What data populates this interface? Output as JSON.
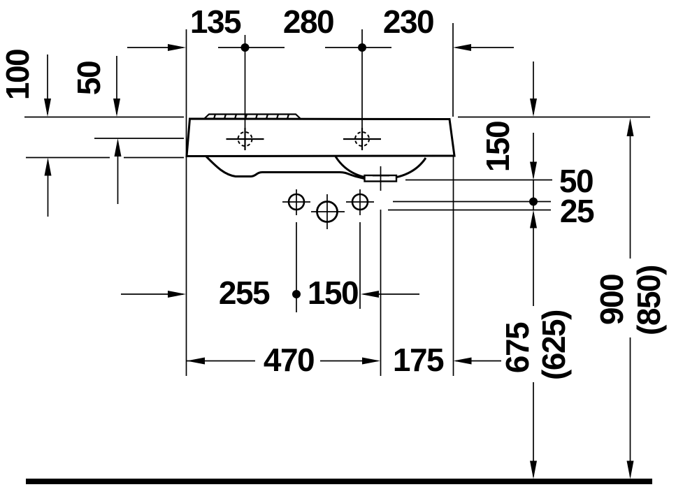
{
  "diagram": {
    "type": "technical-dimension-drawing",
    "subject": "wall-mounted washbasin, front elevation with installation dimensions",
    "background_color": "#ffffff",
    "line_color": "#000000",
    "labels": {
      "top": {
        "d135": "135",
        "d280": "280",
        "d230": "230"
      },
      "left": {
        "d100": "100",
        "d50": "50"
      },
      "right": {
        "d150": "150",
        "d50": "50",
        "d25": "25"
      },
      "middle": {
        "d255": "255",
        "d150": "150"
      },
      "bottom": {
        "d470": "470",
        "d175": "175"
      },
      "heights": {
        "d675": "675",
        "d675_alt": "(625)",
        "d900": "900",
        "d900_alt": "(850)"
      }
    }
  }
}
